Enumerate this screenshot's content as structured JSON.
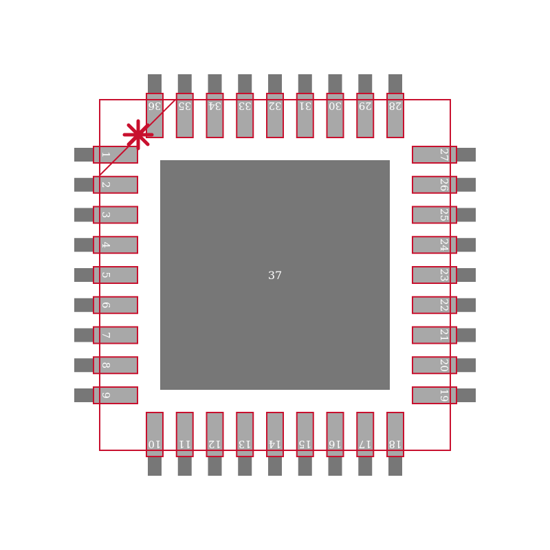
{
  "colors": {
    "background": "#ffffff",
    "pad_outer": "#777777",
    "pad_inner": "#a8a8a8",
    "outline": "#c8102e",
    "label": "#ffffff"
  },
  "pins": {
    "left": [
      "1",
      "2",
      "3",
      "4",
      "5",
      "6",
      "7",
      "8",
      "9"
    ],
    "bottom": [
      "10",
      "11",
      "12",
      "13",
      "14",
      "15",
      "16",
      "17",
      "18"
    ],
    "right": [
      "19",
      "20",
      "21",
      "22",
      "23",
      "24",
      "25",
      "26",
      "27"
    ],
    "top": [
      "28",
      "29",
      "30",
      "31",
      "32",
      "33",
      "34",
      "35",
      "36"
    ]
  },
  "center_pad": {
    "label": "37"
  },
  "pin1_marker_icon": "asterisk-icon"
}
